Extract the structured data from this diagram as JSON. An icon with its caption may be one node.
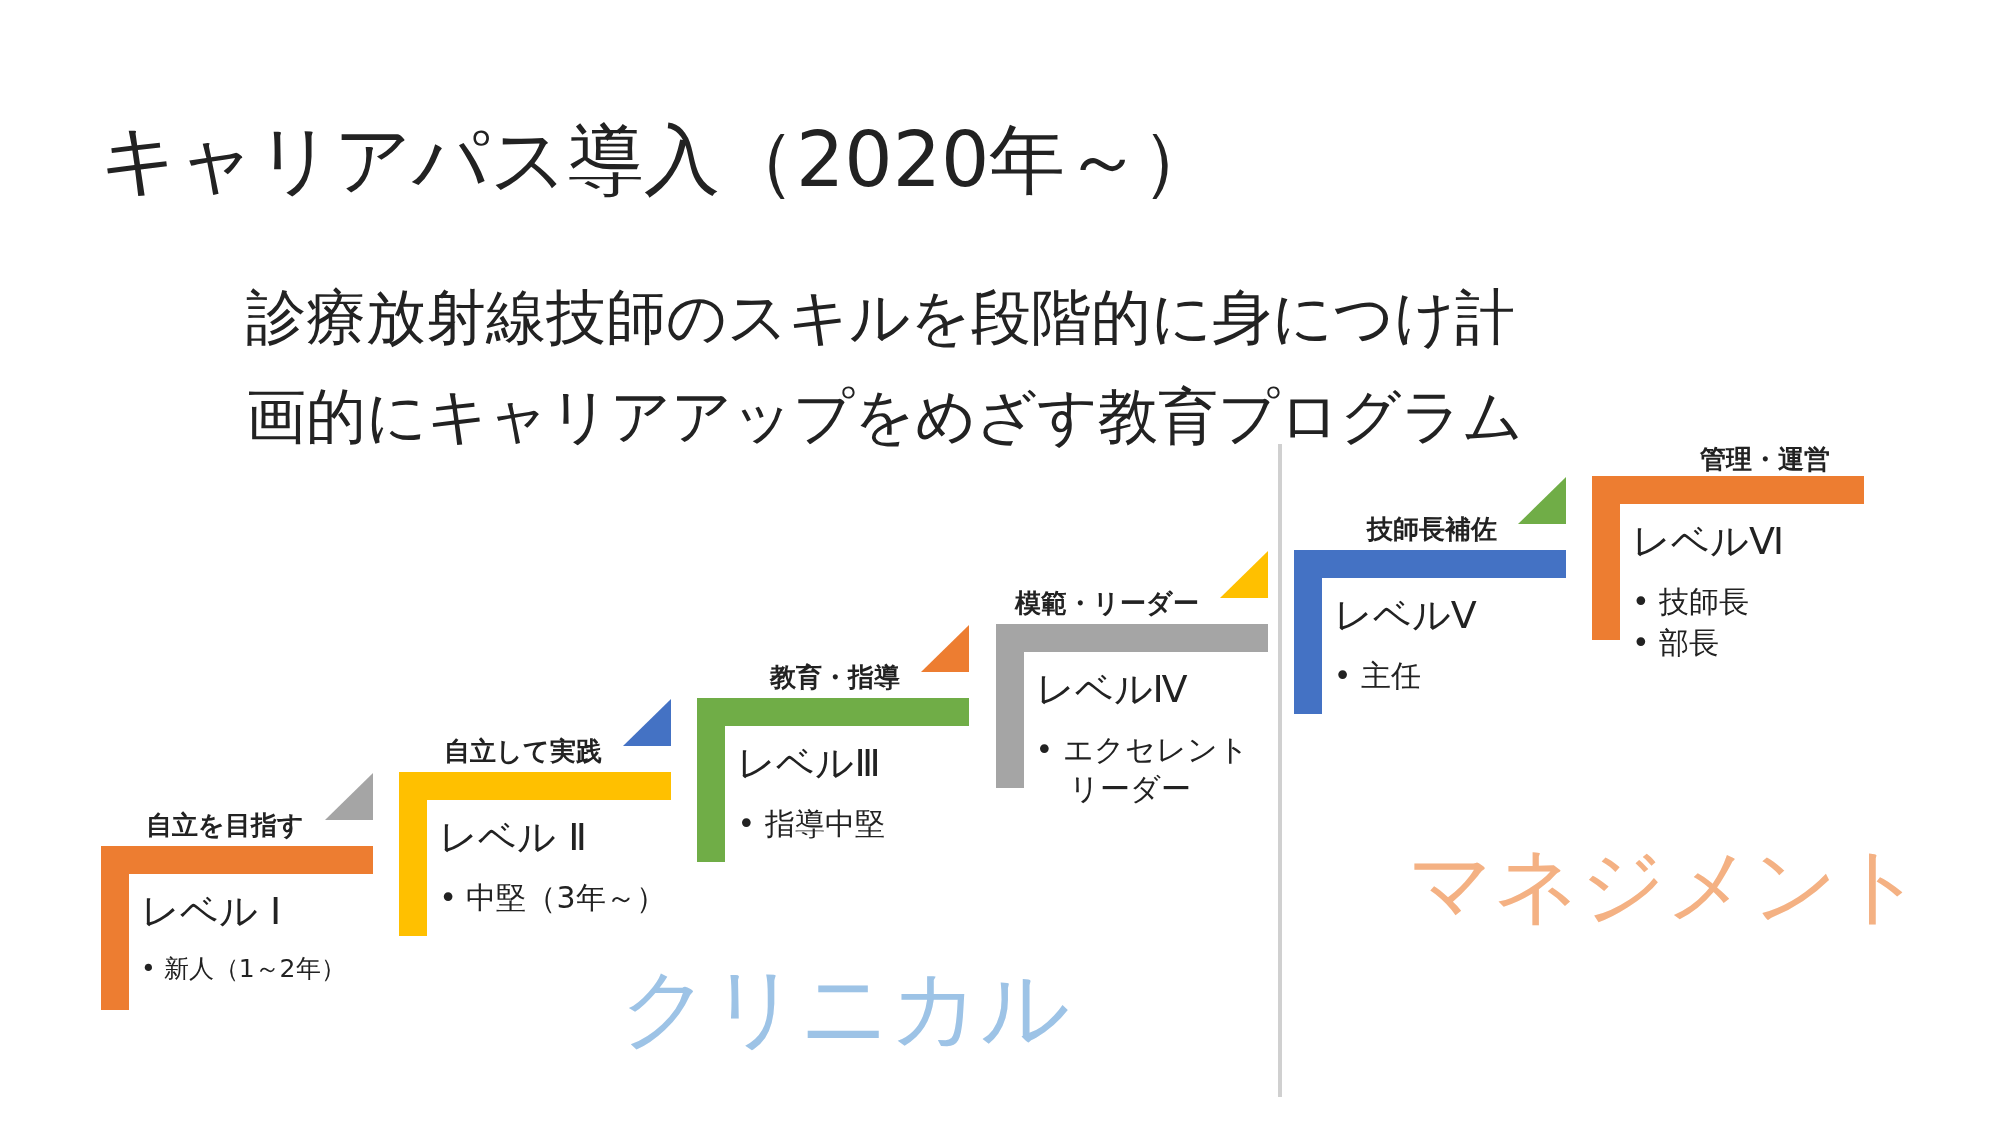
{
  "diagram": {
    "title": "キャリアパス導入（2020年～）",
    "nodes": [
      {
        "text": [
          "レベル Ⅰ",
          "• 新人（1～2年）"
        ],
        "beside": [
          "自立を目指す"
        ]
      },
      {
        "text": [
          "レベル Ⅱ",
          "• 中堅（3年～）"
        ],
        "beside": [
          "自立して実践"
        ]
      },
      {
        "text": [
          "レベルⅢ",
          "• 指導中堅"
        ],
        "beside": [
          "教育・指導"
        ]
      },
      {
        "text": [
          "レベルⅣ",
          "• エクセレントリーダー"
        ],
        "beside": [
          "模範・リーダー"
        ]
      },
      {
        "text": [
          "レベルⅤ",
          "• 主任"
        ],
        "beside": [
          "技師長補佐"
        ]
      },
      {
        "text": [
          "レベルⅥ",
          "• 技師長",
          "• 部長"
        ],
        "beside": [
          "管理・運営"
        ]
      }
    ],
    "labels": [
      "診療放射線技師のスキルを段階的に身につけ計画的にキャリアアップをめざす教育プログラム",
      "クリニカル",
      "マネジメント"
    ]
  }
}
